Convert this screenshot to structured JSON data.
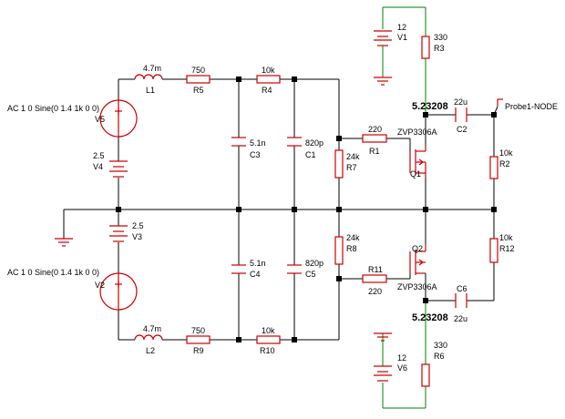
{
  "sources": {
    "v1": {
      "value": "12",
      "name": "V1"
    },
    "v6": {
      "value": "12",
      "name": "V6"
    },
    "v4": {
      "value": "2.5",
      "name": "V4"
    },
    "v3": {
      "value": "2.5",
      "name": "V3"
    },
    "v5": {
      "spec": "AC 1  0 Sine(0 1.4  1k 0 0)",
      "name": "V5"
    },
    "v2": {
      "spec": "AC 1  0 Sine(0 1.4  1k 0 0)",
      "name": "V2"
    }
  },
  "inductors": {
    "l1": {
      "value": "4.7m",
      "name": "L1"
    },
    "l2": {
      "value": "4.7m",
      "name": "L2"
    }
  },
  "resistors": {
    "r5": {
      "value": "750",
      "name": "R5"
    },
    "r9": {
      "value": "750",
      "name": "R9"
    },
    "r4": {
      "value": "10k",
      "name": "R4"
    },
    "r10": {
      "value": "10k",
      "name": "R10"
    },
    "r1": {
      "value": "220",
      "name": "R1"
    },
    "r11": {
      "value": "220",
      "name": "R11"
    },
    "r7": {
      "value": "24k",
      "name": "R7"
    },
    "r8": {
      "value": "24k",
      "name": "R8"
    },
    "r3": {
      "value": "330",
      "name": "R3"
    },
    "r6": {
      "value": "330",
      "name": "R6"
    },
    "r2": {
      "value": "10k",
      "name": "R2"
    },
    "r12": {
      "value": "10k",
      "name": "R12"
    }
  },
  "capacitors": {
    "c3": {
      "value": "5.1n",
      "name": "C3"
    },
    "c4": {
      "value": "5.1n",
      "name": "C4"
    },
    "c1": {
      "value": "820p",
      "name": "C1"
    },
    "c5": {
      "value": "820p",
      "name": "C5"
    },
    "c2": {
      "value": "22u",
      "name": "C2"
    },
    "c6": {
      "value": "22u",
      "name": "C6"
    }
  },
  "transistors": {
    "q1": {
      "model": "ZVP3306A",
      "name": "Q1"
    },
    "q2": {
      "model": "ZVP3306A",
      "name": "Q2"
    }
  },
  "readouts": {
    "top_node": "5.23208",
    "bottom_node": "5.23208"
  },
  "probe": {
    "label": "Probe1-NODE"
  },
  "colors": {
    "wire": "#000000",
    "supply_wire": "#008000",
    "component": "#cc0000",
    "node": "#000000"
  }
}
